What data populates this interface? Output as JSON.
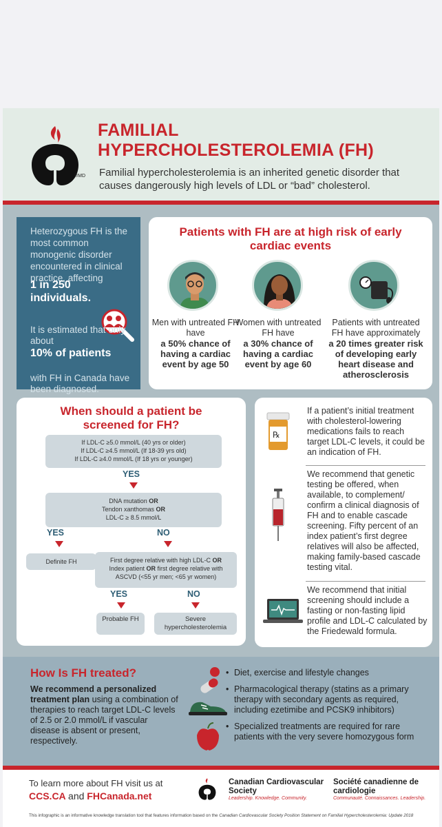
{
  "header": {
    "title_line1": "FAMILIAL",
    "title_line2": "HYPERCHOLESTEROLEMIA (FH)",
    "intro": "Familial hypercholesterolemia is an inherited genetic disorder that causes dangerously high levels of LDL or “bad” cholesterol.",
    "logo_mark": "®MD"
  },
  "stats": {
    "p1": "Heterozygous FH is the most common monogenic disorder encountered in clinical practice, affecting",
    "p1_bold": "1 in 250 individuals.",
    "p2": "It is estimated that only about",
    "p2_bold": "10% of patients",
    "p3": "with FH in Canada have been diagnosed."
  },
  "risk": {
    "heading": "Patients with FH are at high risk of early cardiac events",
    "items": [
      {
        "text": "Men with untreated FH have",
        "bold": "a 50% chance of having a cardiac event by age 50",
        "icon": "man-icon"
      },
      {
        "text": "Women with untreated FH have",
        "bold": "a 30% chance of having a cardiac event by age 60",
        "icon": "woman-icon"
      },
      {
        "text": "Patients with untreated FH have approximately",
        "bold": "a 20 times greater risk of developing early heart disease and atherosclerosis",
        "icon": "blood-pressure-icon"
      }
    ]
  },
  "screening": {
    "heading": "When should a patient be screened for FH?",
    "box1": [
      "If LDL-C ≥5.0 mmol/L (40 yrs or older)",
      "If LDL-C ≥4.5 mmol/L (If 18-39 yrs old)",
      "If LDL-C ≥4.0 mmol/L (If 18 yrs or younger)"
    ],
    "yes": "YES",
    "no": "NO",
    "box2": [
      "DNA mutation",
      "Tendon xanthomas",
      "LDL-C ≥ 8.5 mmol/L"
    ],
    "or": "OR",
    "definite": "Definite FH",
    "box3_line1": "First degree relative with high LDL-C",
    "box3_line2": "Index patient",
    "box3_line2b": "first degree relative with",
    "box3_line3": "ASCVD (<55 yr men; <65 yr women)",
    "probable": "Probable FH",
    "severe": "Severe hypercholesterolemia"
  },
  "recommendations": [
    {
      "text": "If a patient’s initial treatment with cholesterol-lowering medications fails to reach target LDL-C levels, it could be an indication of FH.",
      "icon": "pill-bottle-icon"
    },
    {
      "text": "We recommend that genetic testing be offered, when available, to complement/ confirm a clinical diagnosis of FH and to enable cascade screening. Fifty percent of an index patient’s first degree relatives will also be affected, making family-based cascade testing vital.",
      "icon": "syringe-icon"
    },
    {
      "text": "We recommend that initial screening should include a fasting or non-fasting lipid profile and LDL-C calculated by the Friedewald formula.",
      "icon": "laptop-heart-icon"
    }
  ],
  "treatment": {
    "heading": "How Is FH treated?",
    "lead_bold": "We recommend a personalized treatment plan",
    "lead_rest": "using a combination of therapies to reach target LDL-C levels of 2.5 or 2.0 mmol/L if vascular disease is absent or present, respectively.",
    "bullets": [
      "Diet, exercise and lifestyle changes",
      "Pharmacological therapy (statins as a primary therapy with secondary agents as required, including ezetimibe and PCSK9 inhibitors)",
      "Specialized treatments are required for rare patients with the very severe homozygous form"
    ]
  },
  "footer": {
    "learn": "To learn more about FH visit us at",
    "link1": "CCS.CA",
    "and": "and",
    "link2": "FHCanada.net",
    "org_en": "Canadian Cardiovascular Society",
    "tag_en": "Leadership. Knowledge. Community.",
    "org_fr": "Société canadienne de cardiologie",
    "tag_fr": "Communauté. Connaissances. Leadership.",
    "fine_a": "This infographic is an informative knowledge translation tool that features information based on the",
    "fine_b": "Canadian Cardiovascular Society Position Statement on Familial Hypercholesterolemia: Update 2018"
  },
  "colors": {
    "brand_red": "#c8252c",
    "navy": "#3a6c86",
    "teal": "#5f9a8e",
    "slate": "#aebdc3"
  }
}
